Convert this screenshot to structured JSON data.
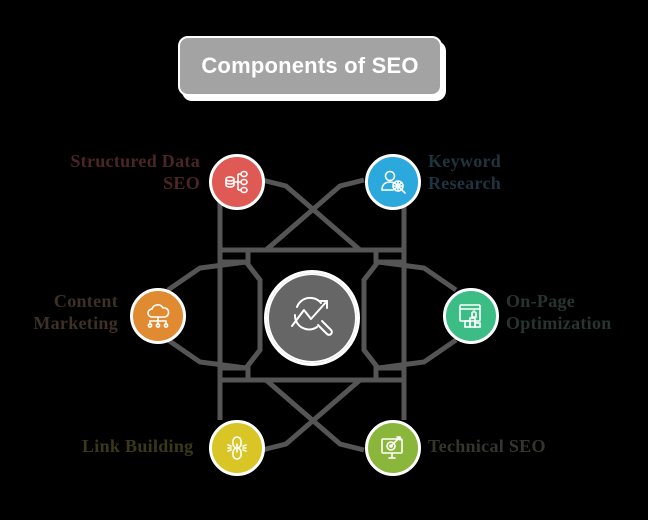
{
  "title": "Components of SEO",
  "center": {
    "icon": "analytics-search-icon",
    "color": "#666666"
  },
  "components": [
    {
      "id": "structured-data-seo",
      "label_line1": "Structured Data",
      "label_line2": "SEO",
      "icon": "database-hierarchy-icon",
      "color": "#e05a55",
      "label_color": "#4a2624"
    },
    {
      "id": "keyword-research",
      "label_line1": "Keyword",
      "label_line2": "Research",
      "icon": "user-search-icon",
      "color": "#2ba8dc",
      "label_color": "#1f3440"
    },
    {
      "id": "content-marketing",
      "label_line1": "Content",
      "label_line2": "Marketing",
      "icon": "cloud-network-icon",
      "color": "#e08a32",
      "label_color": "#3d3024"
    },
    {
      "id": "on-page-optimization",
      "label_line1": "On-Page",
      "label_line2": "Optimization",
      "icon": "webpage-ranking-icon",
      "color": "#3dbd86",
      "label_color": "#27352f"
    },
    {
      "id": "link-building",
      "label_line1": "Link Building",
      "label_line2": "",
      "icon": "chain-link-icon",
      "color": "#d9c626",
      "label_color": "#3b3816"
    },
    {
      "id": "technical-seo",
      "label_line1": "Technical SEO",
      "label_line2": "",
      "icon": "monitor-target-icon",
      "color": "#8bb63c",
      "label_color": "#33372b"
    }
  ],
  "colors": {
    "background": "#000000",
    "connector": "#555555",
    "title_bg": "#a3a3a3",
    "title_text": "#ffffff"
  }
}
